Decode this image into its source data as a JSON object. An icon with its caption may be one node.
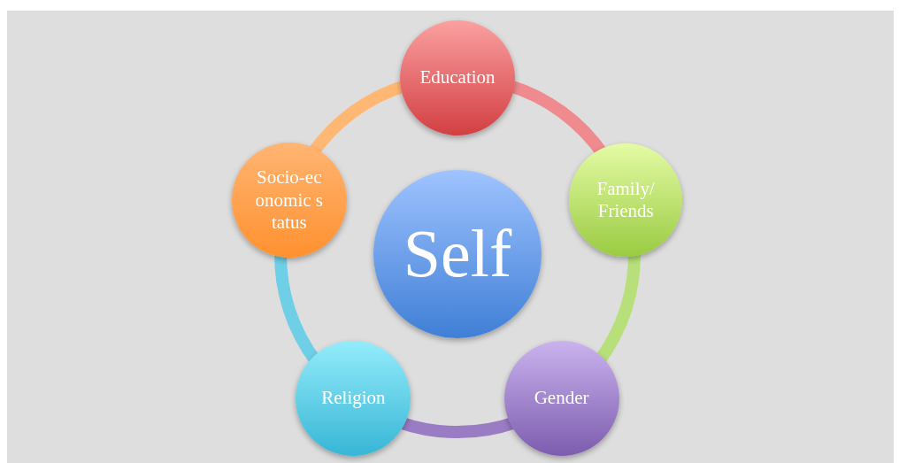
{
  "diagram": {
    "nodes": [
      {
        "text": [
          "Education"
        ]
      },
      {
        "text": [
          "Socio-economic status"
        ]
      },
      {
        "text": [
          "Self"
        ]
      },
      {
        "text": [
          "Family/ Friends"
        ]
      },
      {
        "text": [
          "Religion"
        ]
      },
      {
        "text": [
          "Gender"
        ]
      }
    ],
    "edges": [
      {
        "from": 0,
        "to": 3,
        "arrow": "none",
        "color": "#ef8a8e"
      },
      {
        "from": 3,
        "to": 5,
        "arrow": "none",
        "color": "#b7df7a"
      },
      {
        "from": 5,
        "to": 4,
        "arrow": "none",
        "color": "#9a7cc4"
      },
      {
        "from": 4,
        "to": 1,
        "arrow": "none",
        "color": "#6fcfe6"
      },
      {
        "from": 1,
        "to": 0,
        "arrow": "none",
        "color": "#ffb774"
      }
    ]
  }
}
